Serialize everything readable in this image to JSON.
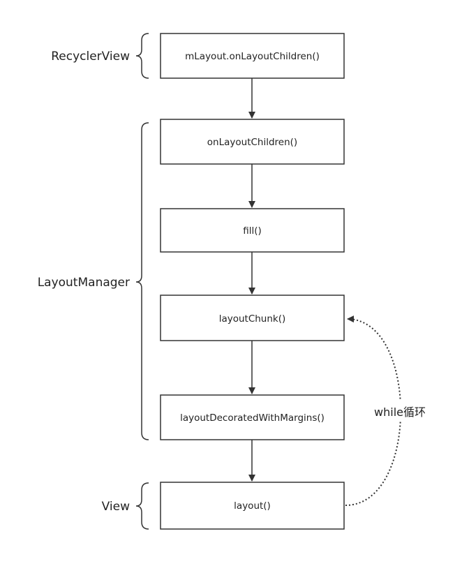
{
  "nodes": {
    "mlayout_on_layout_children": {
      "label": "mLayout.onLayoutChildren()"
    },
    "on_layout_children": {
      "label": "onLayoutChildren()"
    },
    "fill": {
      "label": "fill()"
    },
    "layout_chunk": {
      "label": "layoutChunk()"
    },
    "layout_decorated_with_margins": {
      "label": "layoutDecoratedWithMargins()"
    },
    "layout": {
      "label": "layout()"
    }
  },
  "groups": {
    "recycler_view": {
      "label": "RecyclerView"
    },
    "layout_manager": {
      "label": "LayoutManager"
    },
    "view": {
      "label": "View"
    }
  },
  "edges": [
    {
      "from": "mlayout_on_layout_children",
      "to": "on_layout_children"
    },
    {
      "from": "on_layout_children",
      "to": "fill"
    },
    {
      "from": "fill",
      "to": "layout_chunk"
    },
    {
      "from": "layout_chunk",
      "to": "layout_decorated_with_margins"
    },
    {
      "from": "layout_decorated_with_margins",
      "to": "layout"
    }
  ],
  "loop": {
    "from": "layout",
    "to": "layout_chunk",
    "label": "while循环",
    "style": "dotted"
  },
  "colors": {
    "stroke": "#333333",
    "text": "#222222",
    "background": "#ffffff"
  }
}
